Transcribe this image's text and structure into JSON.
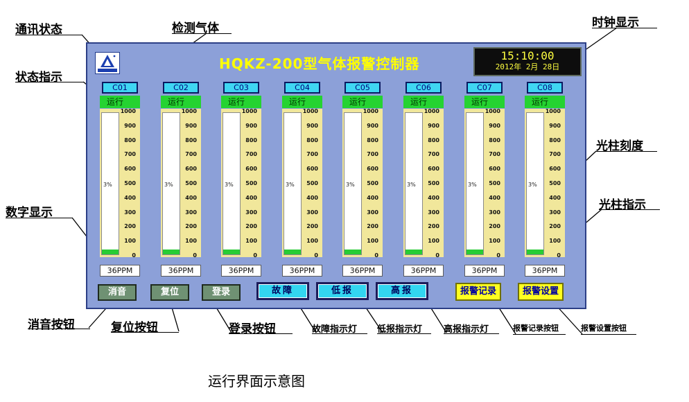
{
  "annotations": {
    "comm_status": "通讯状态",
    "detect_gas": "检测气体",
    "clock_display": "时钟显示",
    "status_indicator": "状态指示",
    "bar_scale": "光柱刻度",
    "digital_display": "数字显示",
    "bar_indicator": "光柱指示",
    "mute_button": "消音按钮",
    "reset_button": "复位按钮",
    "login_button": "登录按钮",
    "fault_light": "故障指示灯",
    "low_alarm_light": "低报指示灯",
    "high_alarm_light": "高报指示灯",
    "alarm_record_button": "报警记录按钮",
    "alarm_settings_button": "报警设置按钮"
  },
  "panel": {
    "title": "HQKZ-200型气体报警控制器",
    "clock": {
      "time": "15:10:00",
      "date": "2012年 2月 28日"
    },
    "channels": [
      {
        "label": "C01",
        "status": "运行",
        "percent_text": "3%",
        "value": "36PPM",
        "level": 0.036
      },
      {
        "label": "C02",
        "status": "运行",
        "percent_text": "3%",
        "value": "36PPM",
        "level": 0.036
      },
      {
        "label": "C03",
        "status": "运行",
        "percent_text": "3%",
        "value": "36PPM",
        "level": 0.036
      },
      {
        "label": "C04",
        "status": "运行",
        "percent_text": "3%",
        "value": "36PPM",
        "level": 0.036
      },
      {
        "label": "C05",
        "status": "运行",
        "percent_text": "3%",
        "value": "36PPM",
        "level": 0.036
      },
      {
        "label": "C06",
        "status": "运行",
        "percent_text": "3%",
        "value": "36PPM",
        "level": 0.036
      },
      {
        "label": "C07",
        "status": "运行",
        "percent_text": "3%",
        "value": "36PPM",
        "level": 0.036
      },
      {
        "label": "C08",
        "status": "运行",
        "percent_text": "3%",
        "value": "36PPM",
        "level": 0.036
      }
    ],
    "scale_ticks": [
      "1000",
      "900",
      "800",
      "700",
      "600",
      "500",
      "400",
      "300",
      "200",
      "100",
      "0"
    ],
    "buttons": {
      "mute": "消音",
      "reset": "复位",
      "login": "登录",
      "fault": "故障",
      "low_alarm": "低报",
      "high_alarm": "高报",
      "alarm_record": "报警记录",
      "alarm_settings": "报警设置"
    }
  },
  "caption": "运行界面示意图",
  "colors": {
    "panel_bg": "#8ca0d8",
    "title": "#ffff00",
    "status_green": "#25d331",
    "scale_bg": "#f1e79b",
    "indicator_cyan": "#33d6f0",
    "button_yellow": "#ffff1f"
  }
}
